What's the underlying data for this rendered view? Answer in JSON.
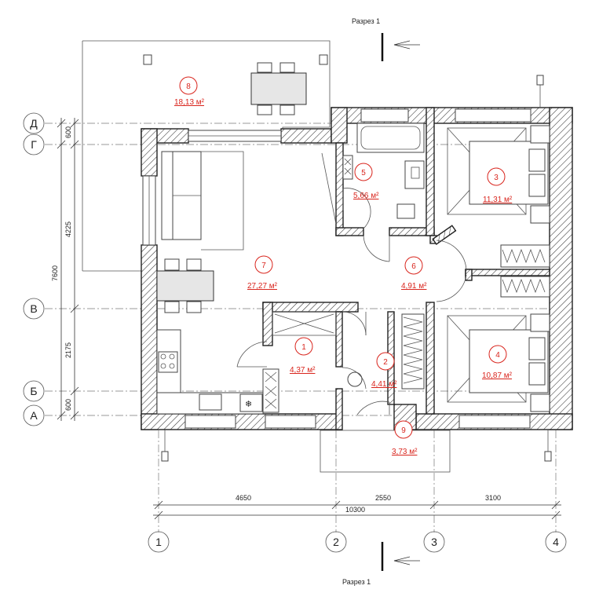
{
  "section": {
    "label_top": "Разрез 1",
    "label_bottom": "Разрез 1"
  },
  "axes_letters": [
    "Д",
    "Г",
    "В",
    "Б",
    "А"
  ],
  "axes_numbers": [
    "1",
    "2",
    "3",
    "4"
  ],
  "dims_left": {
    "d600a": "600",
    "d4225": "4225",
    "d7600": "7600",
    "d2175": "2175",
    "d600b": "600"
  },
  "dims_bottom": {
    "d4650": "4650",
    "d2550": "2550",
    "d3100": "3100",
    "d10300": "10300"
  },
  "rooms": [
    {
      "num": "1",
      "area": "4,37 м²"
    },
    {
      "num": "2",
      "area": "4,41 м²"
    },
    {
      "num": "3",
      "area": "11,31 м²"
    },
    {
      "num": "4",
      "area": "10,87 м²"
    },
    {
      "num": "5",
      "area": "5,66 м²"
    },
    {
      "num": "6",
      "area": "4,91 м²"
    },
    {
      "num": "7",
      "area": "27,27 м²"
    },
    {
      "num": "8",
      "area": "18,13 м²"
    },
    {
      "num": "9",
      "area": "3,73 м²"
    }
  ]
}
